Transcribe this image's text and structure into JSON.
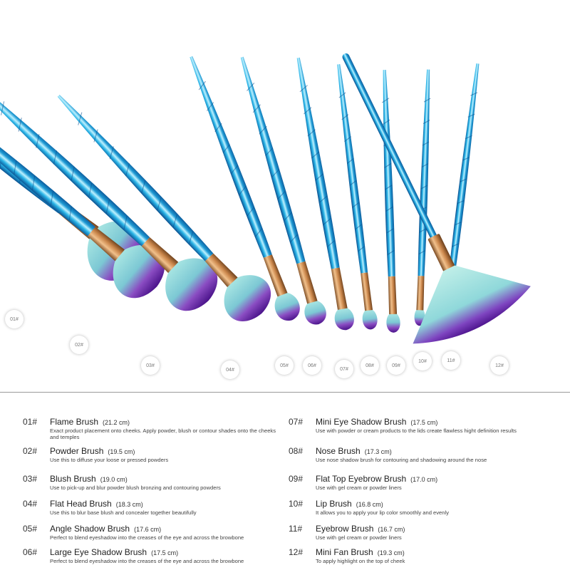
{
  "colors": {
    "handle": "#1e9ad4",
    "handle_dark": "#0b5b9c",
    "ferrule": "#c9854a",
    "bristle_top": "#8cd7d9",
    "bristle_tip": "#5a1d96"
  },
  "labels": [
    "01#",
    "02#",
    "03#",
    "04#",
    "05#",
    "06#",
    "07#",
    "08#",
    "09#",
    "10#",
    "11#",
    "12#"
  ],
  "brushes": [
    {
      "num": "01#",
      "name": "Flame Brush",
      "size": "(21.2 cm)",
      "desc": "Exact product placement onto cheeks. Apply powder, blush or contour shades onto the cheeks and temples"
    },
    {
      "num": "02#",
      "name": "Powder Brush",
      "size": "(19.5 cm)",
      "desc": "Use this to diffuse your loose or pressed powders"
    },
    {
      "num": "03#",
      "name": "Blush Brush",
      "size": "(19.0 cm)",
      "desc": "Use to pick-up and blur powder blush bronzing and contouring powders"
    },
    {
      "num": "04#",
      "name": "Flat Head Brush",
      "size": "(18.3 cm)",
      "desc": "Use this to blur base blush and concealer together beautifully"
    },
    {
      "num": "05#",
      "name": "Angle Shadow Brush",
      "size": "(17.6 cm)",
      "desc": "Perfect to blend eyeshadow into the creases of the eye and across the browbone"
    },
    {
      "num": "06#",
      "name": "Large Eye Shadow Brush",
      "size": "(17.5 cm)",
      "desc": "Perfect to blend eyeshadow into the creases of the eye and across the browbone"
    },
    {
      "num": "07#",
      "name": "Mini Eye Shadow Brush",
      "size": "(17.5 cm)",
      "desc": "Use with powder or cream products to the lids create flawless hight definition results"
    },
    {
      "num": "08#",
      "name": "Nose Brush",
      "size": "(17.3 cm)",
      "desc": "Use nose shadow brush for contouring and shadowing around the nose"
    },
    {
      "num": "09#",
      "name": "Flat Top Eyebrow Brush",
      "size": "(17.0 cm)",
      "desc": "Use with gel cream or powder liners"
    },
    {
      "num": "10#",
      "name": "Lip Brush",
      "size": "(16.8 cm)",
      "desc": "It allows you to apply your lip color smoothly and evenly"
    },
    {
      "num": "11#",
      "name": "Eyebrow Brush",
      "size": "(16.7 cm)",
      "desc": "Use with gel cream or powder liners"
    },
    {
      "num": "12#",
      "name": "Mini Fan Brush",
      "size": "(19.3 cm)",
      "desc": "To apply highlight on the top of cheek"
    }
  ]
}
